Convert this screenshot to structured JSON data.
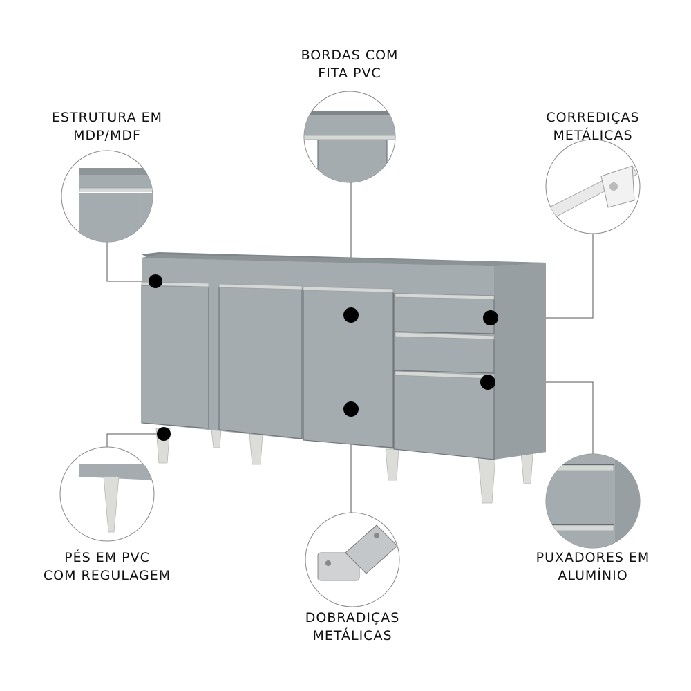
{
  "callouts": {
    "estrutura": {
      "line1": "ESTRUTURA EM",
      "line2": "MDP/MDF"
    },
    "bordas": {
      "line1": "BORDAS COM",
      "line2": "FITA PVC"
    },
    "corredicas": {
      "line1": "CORREDIÇAS",
      "line2": "METÁLICAS"
    },
    "pes": {
      "line1": "PÉS EM PVC",
      "line2": "COM REGULAGEM"
    },
    "dobradicas": {
      "line1": "DOBRADIÇAS",
      "line2": "METÁLICAS"
    },
    "puxadores": {
      "line1": "PUXADORES EM",
      "line2": "ALUMÍNIO"
    }
  },
  "colors": {
    "cabinet": "#a5acb0",
    "legs": "#dcddd8",
    "markers": "#000000"
  }
}
